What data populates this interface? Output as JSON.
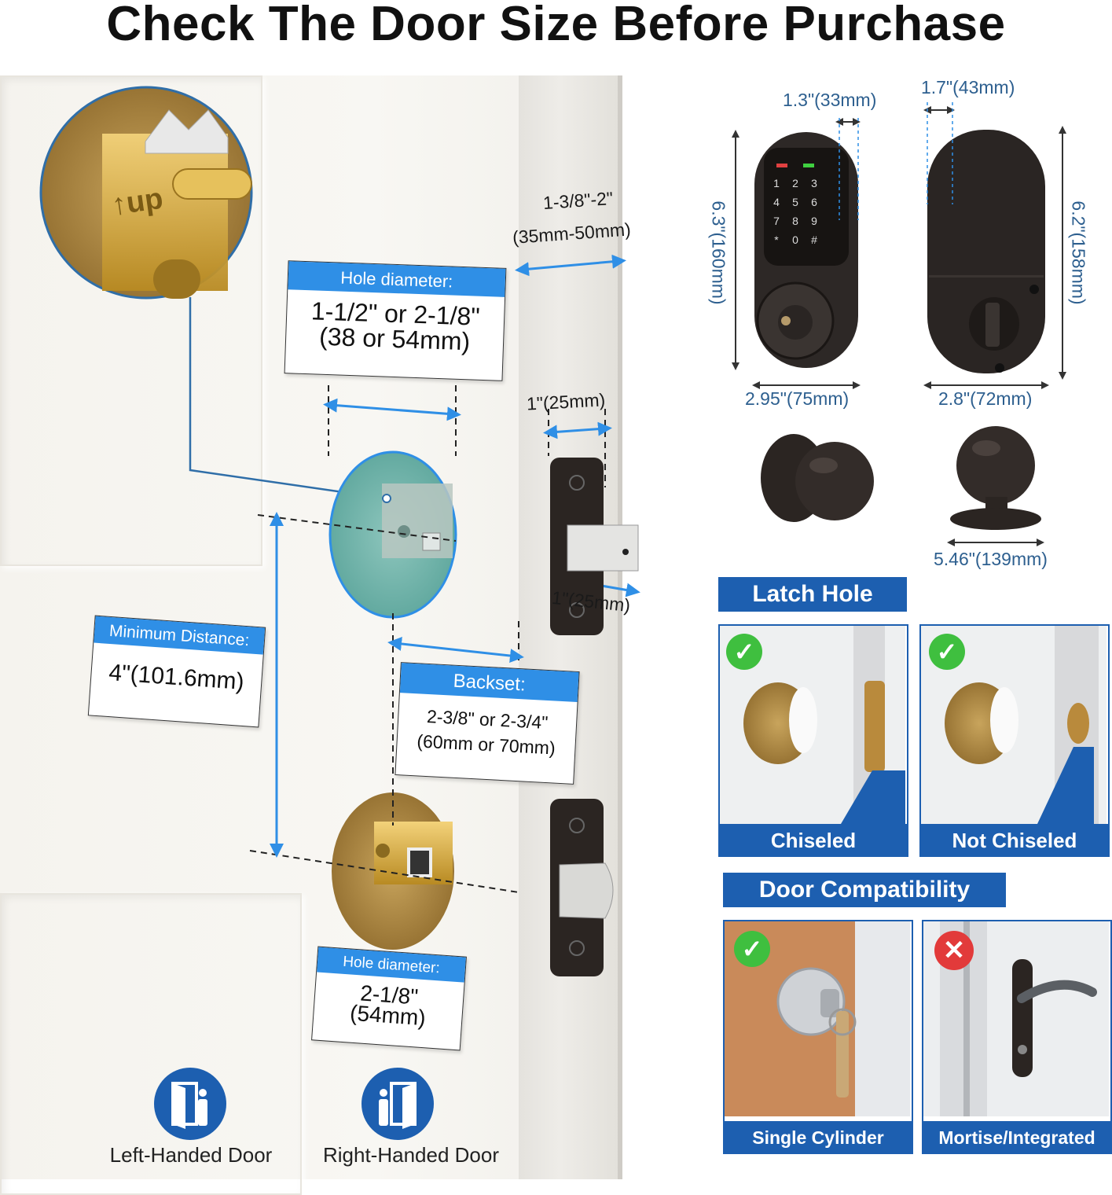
{
  "title": "Check The Door Size Before Purchase",
  "door": {
    "thickness": {
      "line1": "1-3/8\"-2\"",
      "line2": "(35mm-50mm)"
    },
    "top_hole": {
      "header": "Hole diameter:",
      "line1": "1-1/2\" or 2-1/8\"",
      "line2": "(38 or 54mm)"
    },
    "latch_width": "1\"(25mm)",
    "latch_depth": "1\"(25mm)",
    "min_distance": {
      "header": "Minimum Distance:",
      "value": "4\"(101.6mm)"
    },
    "backset": {
      "header": "Backset:",
      "line1": "2-3/8\" or 2-3/4\"",
      "line2": "(60mm or 70mm)"
    },
    "bottom_hole": {
      "header": "Hole diameter:",
      "line1": "2-1/8\"",
      "line2": "(54mm)"
    },
    "zoom_mark": "↑up"
  },
  "handing": [
    {
      "label": "Left-Handed Door",
      "icon": "left-handed-door-icon"
    },
    {
      "label": "Right-Handed Door",
      "icon": "right-handed-door-icon"
    }
  ],
  "lock_dims": {
    "front_depth": "1.3\"(33mm)",
    "back_depth": "1.7\"(43mm)",
    "front_height": "6.3\"(160mm)",
    "back_height": "6.2\"(158mm)",
    "front_width": "2.95\"(75mm)",
    "back_width": "2.8\"(72mm)",
    "knob_width": "5.46\"(139mm)",
    "keypad": [
      "1",
      "2",
      "3",
      "4",
      "5",
      "6",
      "7",
      "8",
      "9",
      "*",
      "0",
      "#"
    ]
  },
  "latch_hole": {
    "title": "Latch Hole",
    "options": [
      {
        "label": "Chiseled",
        "status": "check"
      },
      {
        "label": "Not Chiseled",
        "status": "check"
      }
    ]
  },
  "door_compat": {
    "title": "Door Compatibility",
    "options": [
      {
        "label": "Single Cylinder",
        "status": "check"
      },
      {
        "label": "Mortise/Integrated",
        "status": "cross"
      }
    ]
  },
  "colors": {
    "accent_blue": "#1d5fb0",
    "label_blue": "#2f8fe6",
    "check_green": "#3fbf3f",
    "cross_red": "#e23a3a",
    "dim_line": "#2f8fe6"
  }
}
